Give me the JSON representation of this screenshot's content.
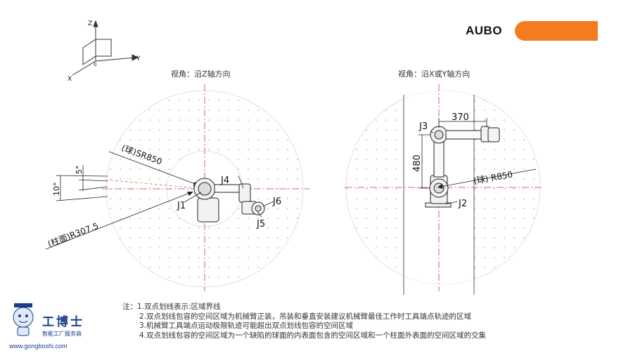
{
  "brand": {
    "name": "AUBO",
    "accent_color": "#f47c20"
  },
  "axes_icon": {
    "z": "Z",
    "y": "Y",
    "x": "X",
    "origin": "0"
  },
  "views": {
    "left": {
      "title": "视角：沿Z轴方向",
      "labels": {
        "sphere": "(球)SR850",
        "cylinder": "(柱面)R307.5",
        "angle_small": "5°",
        "angle_large": "10°",
        "j1": "J1",
        "j4": "J4",
        "j5": "J5",
        "j6": "J6"
      }
    },
    "right": {
      "title": "视角：沿X或Y轴方向",
      "labels": {
        "dim_horizontal": "370",
        "dim_vertical": "480",
        "sphere": "(球) R850",
        "j2": "J2",
        "j3": "J3"
      }
    }
  },
  "notes": {
    "prefix": "注：",
    "lines": [
      "1.双点划线表示:区域界线",
      "2.双点划线包容的空间区域为机械臂正装，吊装和垂直安装建议机械臂最佳工作时工具端点轨迹的区域",
      "3.机械臂工具端点运动极限轨迹可能超出双点划线包容的空间区域",
      "4.双点划线包容的空间区域为一个缺陷的球面的内表面包含的空间区域和一个柱面外表面的空间区域的交集"
    ]
  },
  "watermark": {
    "name": "工博士",
    "subtitle": "智能工厂服务商",
    "url": "www.gongboshi.com",
    "color": "#1a3e8c"
  }
}
